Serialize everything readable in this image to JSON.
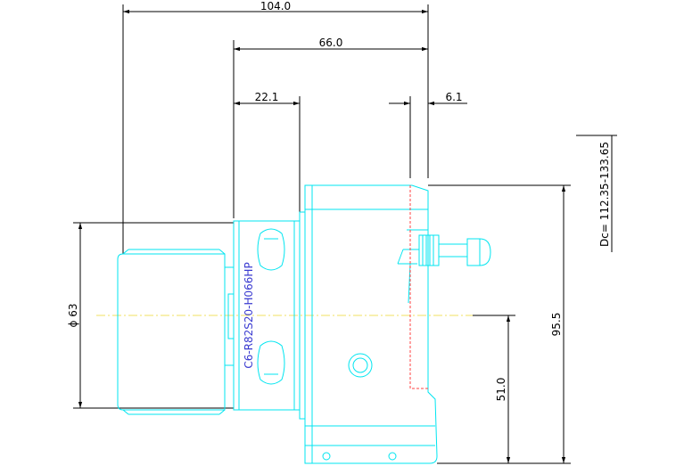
{
  "drawing": {
    "part_number": "C6-R82S20-H066HP",
    "colors": {
      "outline": "#00e5f0",
      "dimension": "#000000",
      "centerline": "#f0e060",
      "hidden": "#ff4040",
      "label": "#3a3ad0"
    }
  },
  "dimensions": {
    "overall_length": "104.0",
    "body_length": "66.0",
    "shank_offset": "22.1",
    "insert_offset": "6.1",
    "height_total": "95.5",
    "center_height": "51.0",
    "shank_dia": "ϕ 63",
    "cutting_dia": "Dc= 112.35-133.65"
  }
}
